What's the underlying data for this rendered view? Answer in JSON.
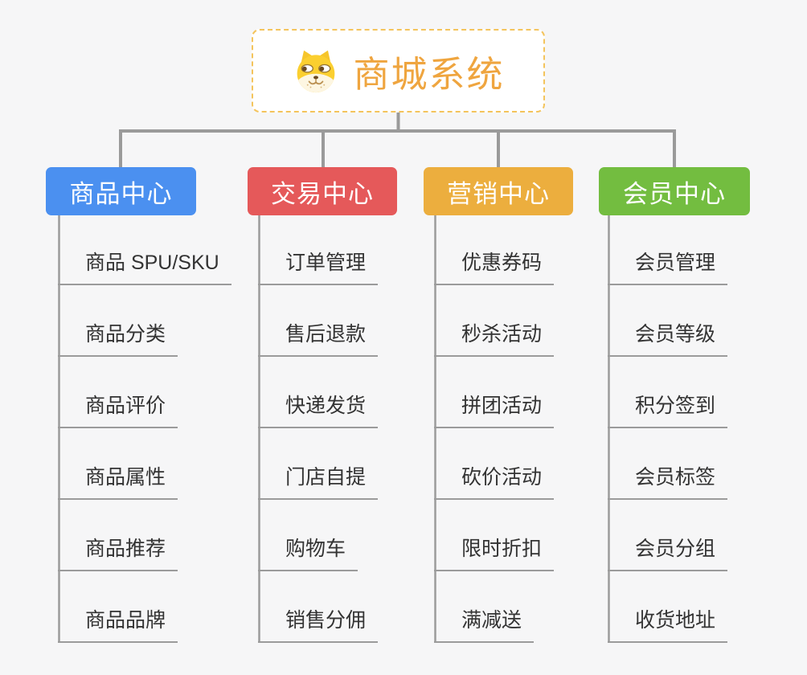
{
  "page": {
    "background_color": "#f6f6f7",
    "connector_color": "#9a9a9a",
    "underline_color": "#9b9b9b"
  },
  "root": {
    "title": "商城系统",
    "icon": "shiba-dog-icon",
    "text_color": "#efa53f",
    "border_color": "#f4c45c",
    "fill_color": "#ffffff"
  },
  "branches": [
    {
      "label": "商品中心",
      "color": "#4b90f0",
      "children": [
        "商品 SPU/SKU",
        "商品分类",
        "商品评价",
        "商品属性",
        "商品推荐",
        "商品品牌"
      ]
    },
    {
      "label": "交易中心",
      "color": "#e5595a",
      "children": [
        "订单管理",
        "售后退款",
        "快递发货",
        "门店自提",
        "购物车",
        "销售分佣"
      ]
    },
    {
      "label": "营销中心",
      "color": "#ecae3e",
      "children": [
        "优惠券码",
        "秒杀活动",
        "拼团活动",
        "砍价活动",
        "限时折扣",
        "满减送"
      ]
    },
    {
      "label": "会员中心",
      "color": "#73bd40",
      "children": [
        "会员管理",
        "会员等级",
        "积分签到",
        "会员标签",
        "会员分组",
        "收货地址"
      ]
    }
  ]
}
